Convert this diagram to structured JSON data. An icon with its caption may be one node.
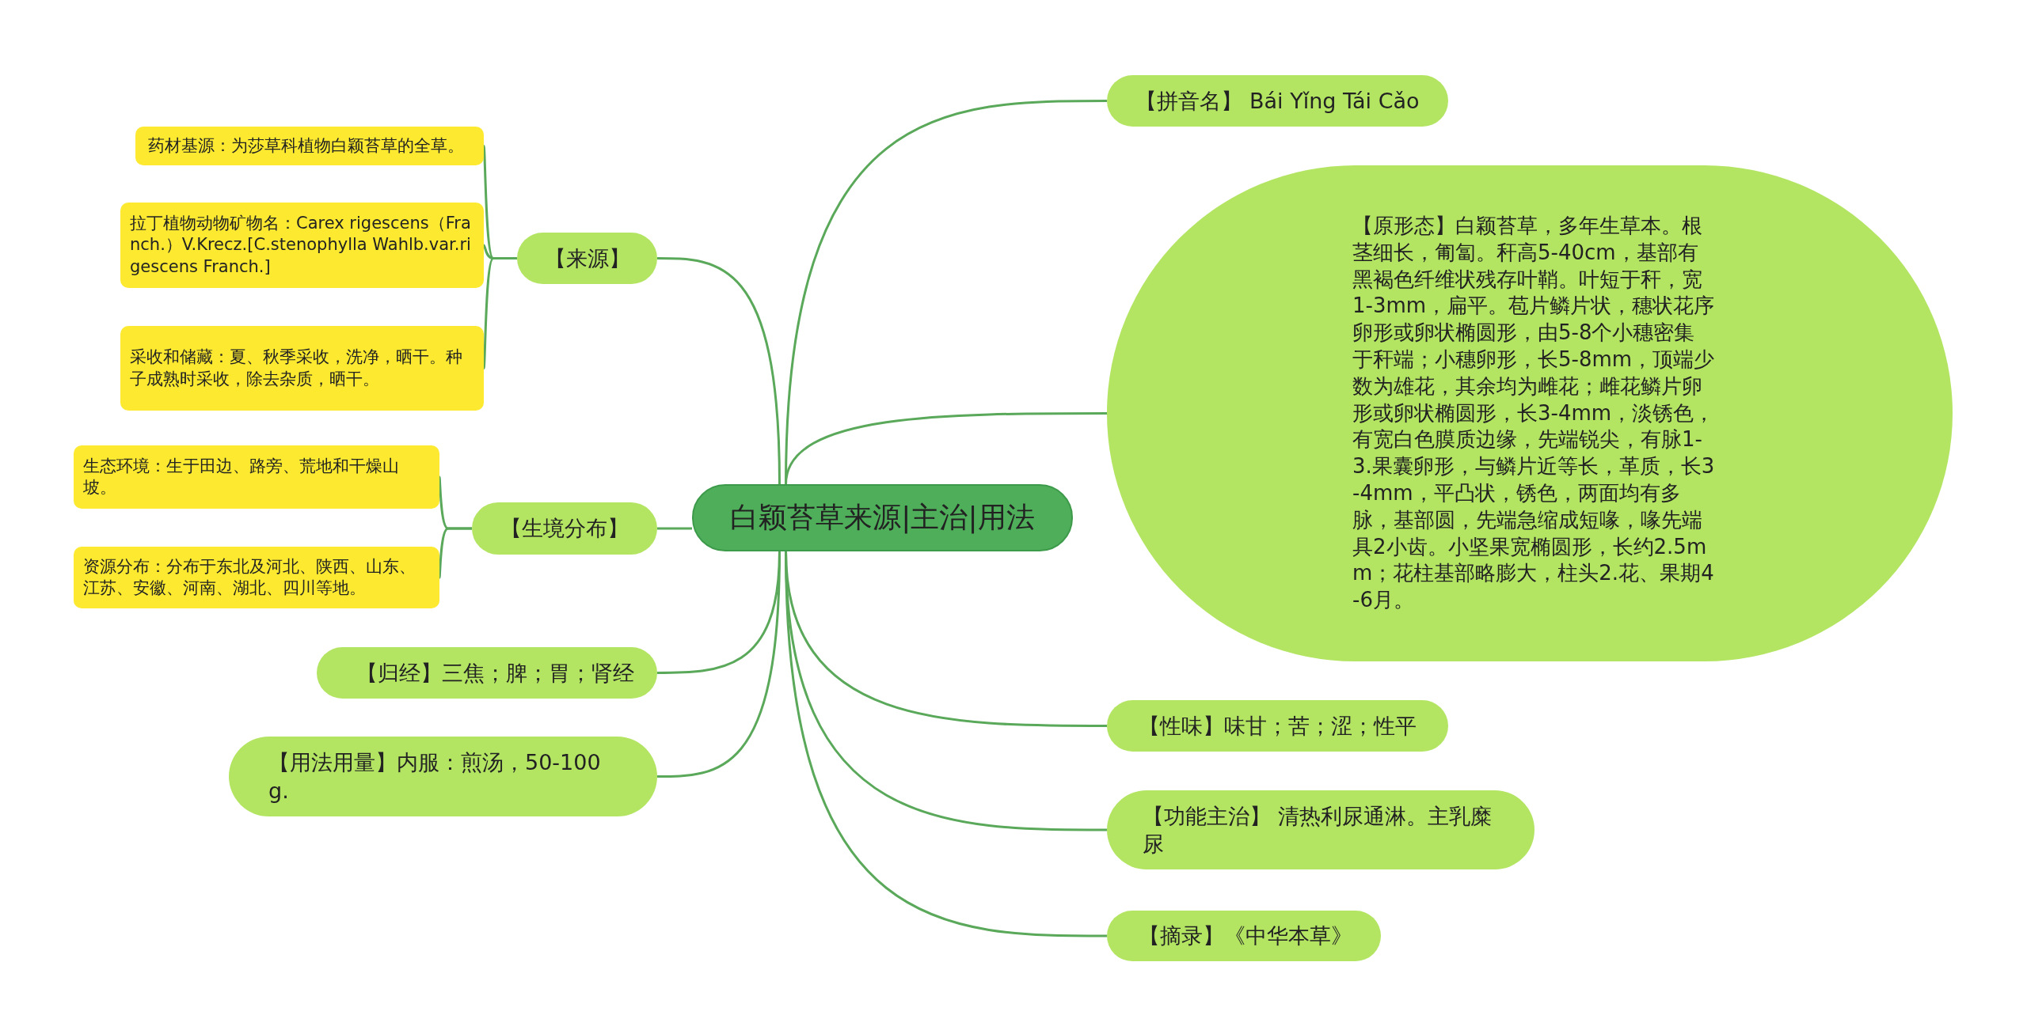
{
  "diagram": {
    "nodes": [
      {
        "text": [
          "白颖苔草来源|主治|用法"
        ]
      },
      {
        "text": [
          "【来源】"
        ]
      },
      {
        "text": [
          "药材基源：为莎草科植物白颖苔草的全草。"
        ]
      },
      {
        "text": [
          "拉丁植物动物矿物名：Carex rigescens（Franch.）V.Krecz.[C.stenophylla Wahlb.var.rigescens Franch.]"
        ]
      },
      {
        "text": [
          "采收和储藏：夏、秋季采收，洗净，晒干。种子成熟时采收，除去杂质，晒干。"
        ]
      },
      {
        "text": [
          "【生境分布】"
        ]
      },
      {
        "text": [
          "生态环境：生于田边、路旁、荒地和干燥山坡。"
        ]
      },
      {
        "text": [
          "资源分布：分布于东北及河北、陕西、山东、江苏、安徽、河南、湖北、四川等地。"
        ]
      },
      {
        "text": [
          "【归经】三焦；脾；胃；肾经"
        ]
      },
      {
        "text": [
          "【用法用量】内服：煎汤，50-100g."
        ]
      },
      {
        "text": [
          "【拼音名】 Bái Yǐng Tái Cǎo"
        ]
      },
      {
        "text": [
          "【原形态】白颖苔草，多年生草本。根茎细长，匍匐。秆高5-40cm，基部有黑褐色纤维状残存叶鞘。叶短于秆，宽1-3mm，扁平。苞片鳞片状，穗状花序卵形或卵状椭圆形，由5-8个小穗密集于秆端；小穗卵形，长5-8mm，顶端少数为雄花，其余均为雌花；雌花鳞片卵形或卵状椭圆形，长3-4mm，淡锈色，有宽白色膜质边缘，先端锐尖，有脉1-3.果囊卵形，与鳞片近等长，革质，长3-4mm，平凸状，锈色，两面均有多脉，基部圆，先端急缩成短喙，喙先端具2小齿。小坚果宽椭圆形，长约2.5mm；花柱基部略膨大，柱头2.花、果期4-6月。"
        ]
      },
      {
        "text": [
          "【性味】味甘；苦；涩；性平"
        ]
      },
      {
        "text": [
          "【功能主治】 清热利尿通淋。主乳糜尿"
        ]
      },
      {
        "text": [
          "【摘录】《中华本草》"
        ]
      }
    ],
    "edges": [
      {
        "from": 0,
        "to": 1,
        "arrow": "none"
      },
      {
        "from": 1,
        "to": 2,
        "arrow": "none"
      },
      {
        "from": 1,
        "to": 3,
        "arrow": "none"
      },
      {
        "from": 1,
        "to": 4,
        "arrow": "none"
      },
      {
        "from": 0,
        "to": 5,
        "arrow": "none"
      },
      {
        "from": 5,
        "to": 6,
        "arrow": "none"
      },
      {
        "from": 5,
        "to": 7,
        "arrow": "none"
      },
      {
        "from": 0,
        "to": 8,
        "arrow": "none"
      },
      {
        "from": 0,
        "to": 9,
        "arrow": "none"
      },
      {
        "from": 0,
        "to": 10,
        "arrow": "none"
      },
      {
        "from": 0,
        "to": 11,
        "arrow": "none"
      },
      {
        "from": 0,
        "to": 12,
        "arrow": "none"
      },
      {
        "from": 0,
        "to": 13,
        "arrow": "none"
      },
      {
        "from": 0,
        "to": 14,
        "arrow": "none"
      }
    ]
  }
}
